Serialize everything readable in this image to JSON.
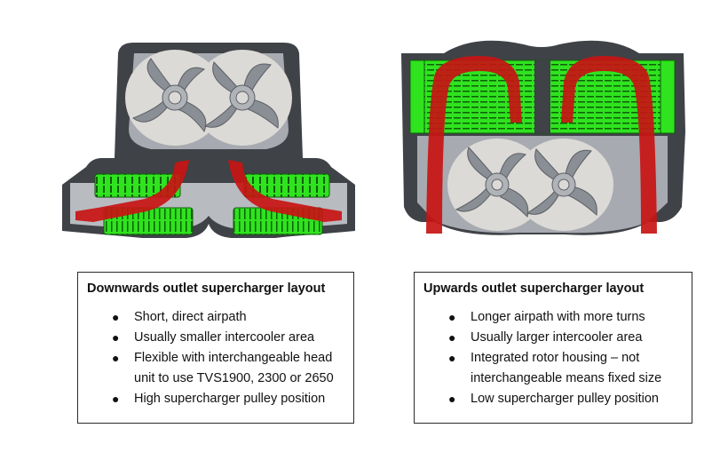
{
  "colors": {
    "casing_dark": "#3f4247",
    "casing_light": "#a7aab0",
    "rotor_housing": "#d9d7d3",
    "rotor": "#8a8e95",
    "intercooler": "#2fe31f",
    "airflow": "#c81414"
  },
  "left_panel": {
    "title": "Downwards outlet supercharger layout",
    "bullets": [
      {
        "lines": [
          "Short, direct airpath"
        ]
      },
      {
        "lines": [
          "Usually smaller intercooler area"
        ]
      },
      {
        "lines": [
          "Flexible with interchangeable head",
          "unit to use TVS1900, 2300 or 2650"
        ]
      },
      {
        "lines": [
          "High supercharger pulley position"
        ]
      }
    ]
  },
  "right_panel": {
    "title": "Upwards outlet supercharger layout",
    "bullets": [
      {
        "lines": [
          "Longer airpath with more turns"
        ]
      },
      {
        "lines": [
          "Usually larger intercooler area"
        ]
      },
      {
        "lines": [
          "Integrated rotor housing – not",
          "interchangeable means fixed size"
        ]
      },
      {
        "lines": [
          "Low supercharger pulley position"
        ]
      }
    ]
  }
}
